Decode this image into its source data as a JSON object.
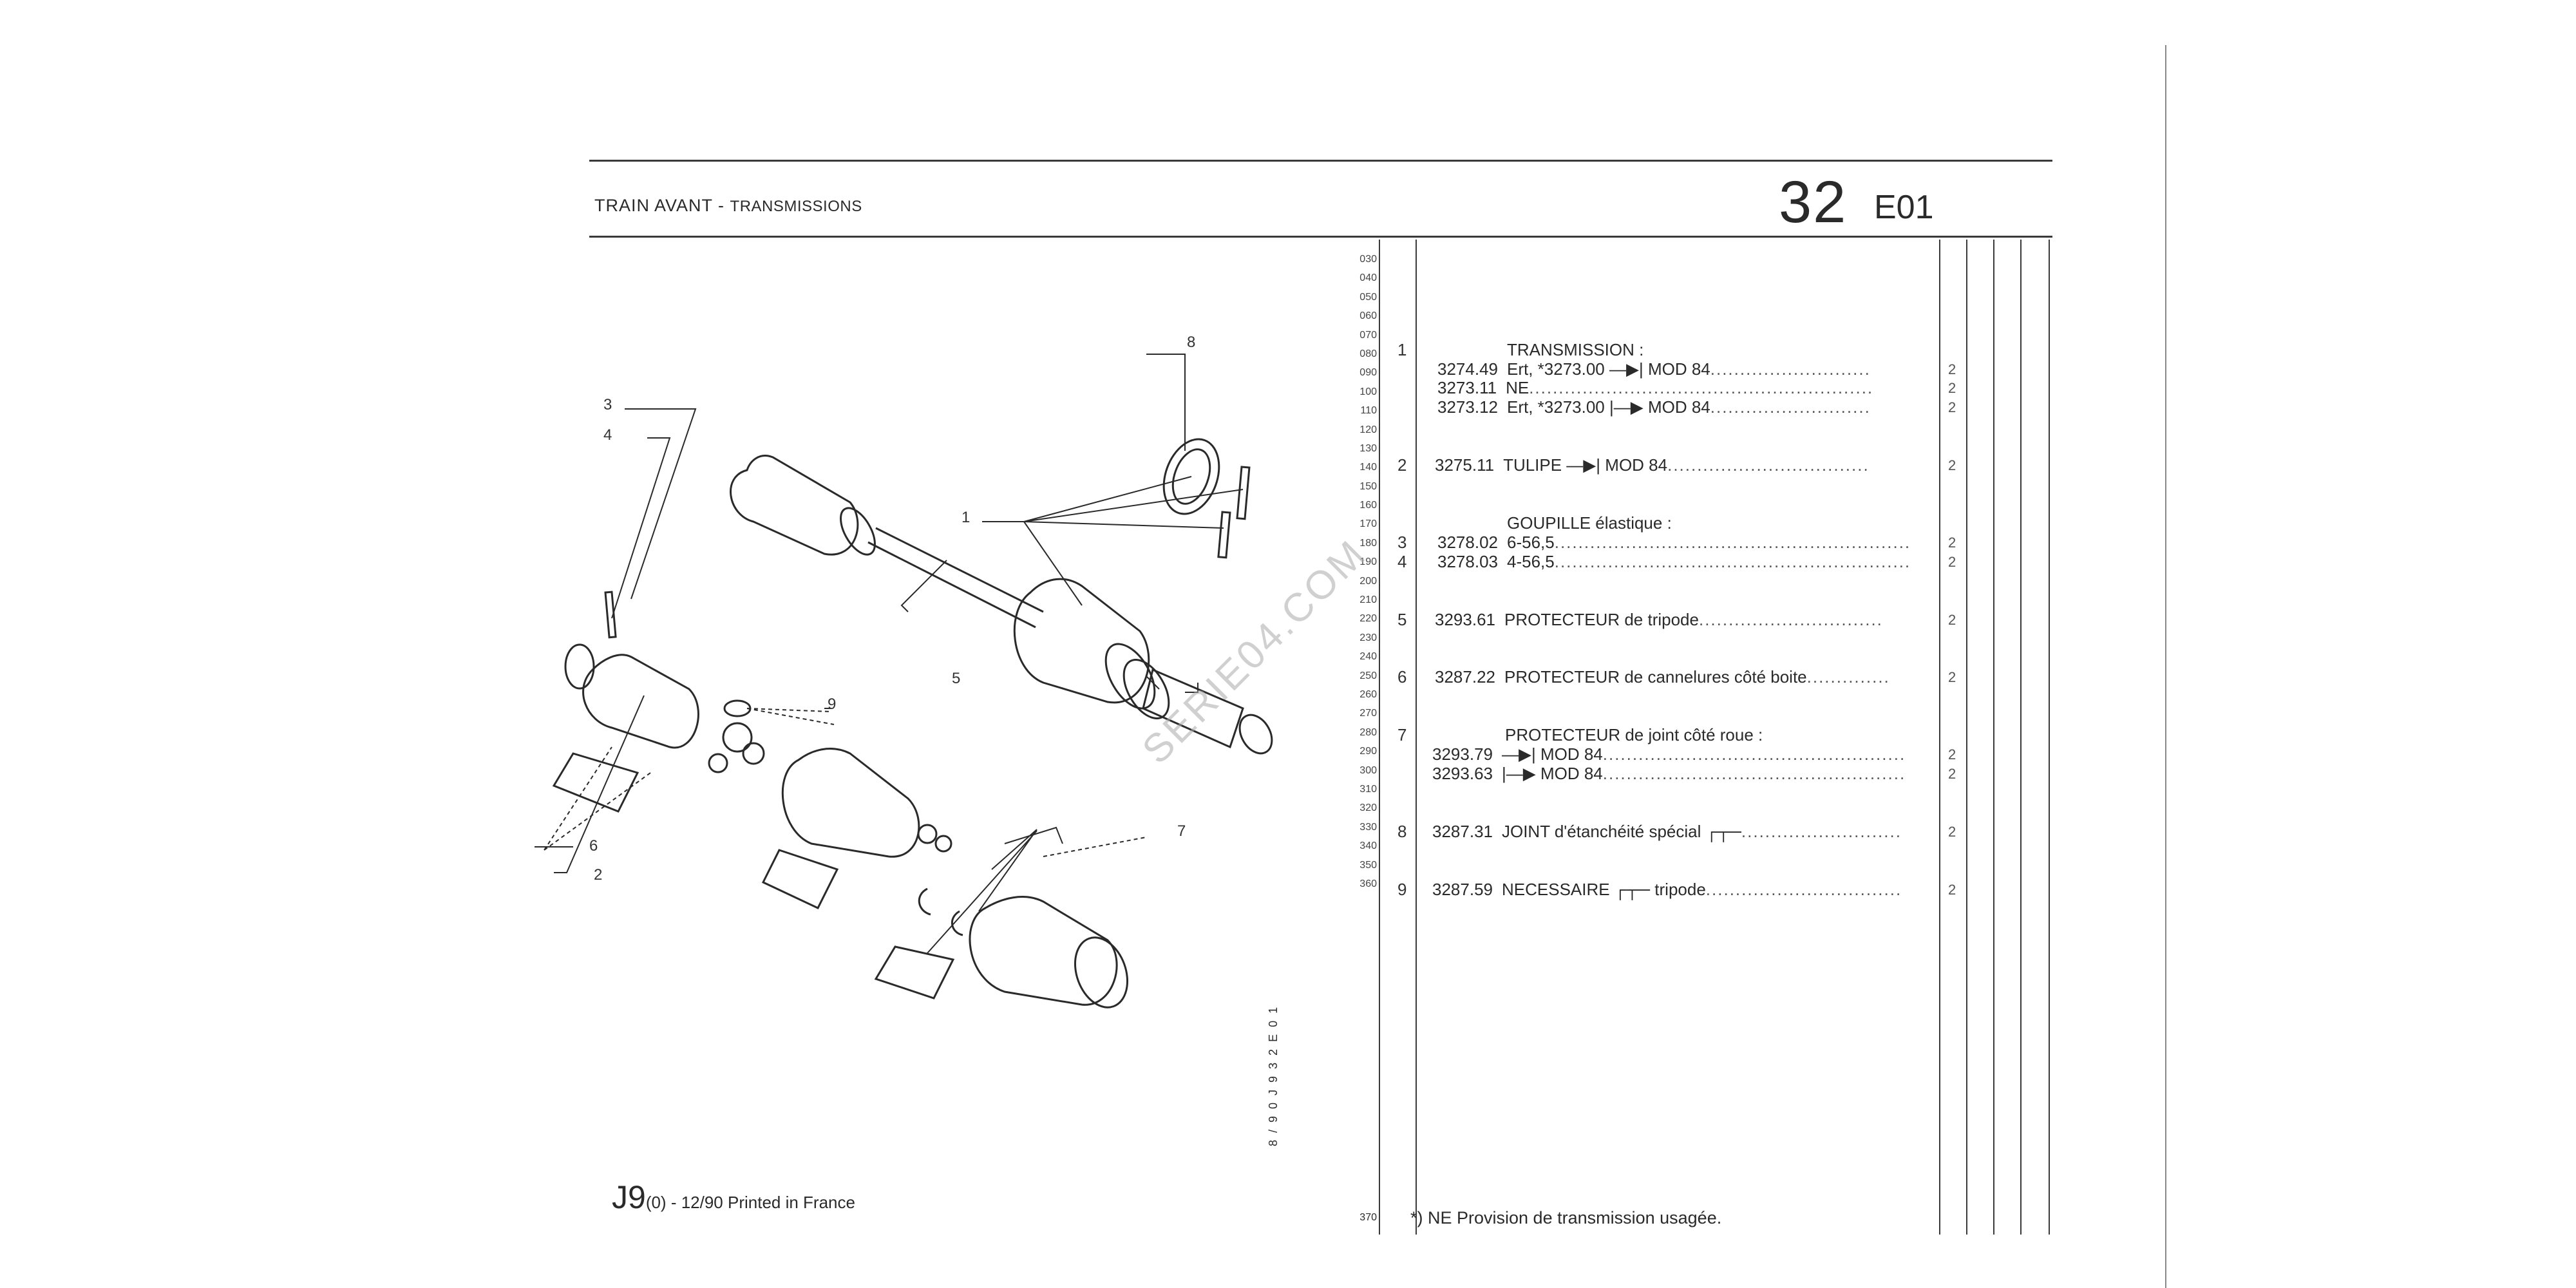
{
  "header": {
    "title_main": "TRAIN AVANT - ",
    "title_sub": "TRANSMISSIONS",
    "group_number": "32",
    "page_code": "E01"
  },
  "line_numbers": [
    "030",
    "040",
    "050",
    "060",
    "070",
    "080",
    "090",
    "100",
    "110",
    "120",
    "130",
    "140",
    "150",
    "160",
    "170",
    "180",
    "190",
    "200",
    "210",
    "220",
    "230",
    "240",
    "250",
    "260",
    "270",
    "280",
    "290",
    "300",
    "310",
    "320",
    "330",
    "340",
    "350",
    "360"
  ],
  "line_370": "370",
  "rows": [
    {
      "ref": "1",
      "part": "",
      "desc": "TRANSMISSION :",
      "dots": "",
      "qty": ""
    },
    {
      "ref": "",
      "part": "3274.49",
      "desc": "Ert, *3273.00 —▶| MOD 84",
      "dots": "...........................",
      "qty": "2"
    },
    {
      "ref": "",
      "part": "3273.11",
      "desc": "NE",
      "dots": "..........................................................",
      "qty": "2"
    },
    {
      "ref": "",
      "part": "3273.12",
      "desc": "Ert, *3273.00 |—▶ MOD 84",
      "dots": "...........................",
      "qty": "2"
    },
    {
      "ref": "2",
      "part": "3275.11",
      "desc": "TULIPE —▶| MOD 84",
      "dots": "..................................",
      "qty": "2"
    },
    {
      "ref": "",
      "part": "",
      "desc": "GOUPILLE élastique :",
      "dots": "",
      "qty": ""
    },
    {
      "ref": "3",
      "part": "3278.02",
      "desc": "6-56,5",
      "dots": "............................................................",
      "qty": "2"
    },
    {
      "ref": "4",
      "part": "3278.03",
      "desc": "4-56,5",
      "dots": "............................................................",
      "qty": "2"
    },
    {
      "ref": "5",
      "part": "3293.61",
      "desc": "PROTECTEUR de tripode",
      "dots": "...............................",
      "qty": "2"
    },
    {
      "ref": "6",
      "part": "3287.22",
      "desc": "PROTECTEUR de cannelures côté boite",
      "dots": "..............",
      "qty": "2"
    },
    {
      "ref": "7",
      "part": "",
      "desc": "PROTECTEUR de joint côté roue :",
      "dots": "",
      "qty": ""
    },
    {
      "ref": "",
      "part": "3293.79",
      "desc": "—▶| MOD 84",
      "dots": "...................................................",
      "qty": "2"
    },
    {
      "ref": "",
      "part": "3293.63",
      "desc": "|—▶ MOD 84",
      "dots": "...................................................",
      "qty": "2"
    },
    {
      "ref": "8",
      "part": "3287.31",
      "desc": "JOINT d'étanchéité spécial ┌┬─",
      "dots": "...........................",
      "qty": "2"
    },
    {
      "ref": "9",
      "part": "3287.59",
      "desc": "NECESSAIRE ┌┬─ tripode",
      "dots": ".................................",
      "qty": "2"
    }
  ],
  "callouts": [
    "1",
    "2",
    "3",
    "4",
    "5",
    "6",
    "7",
    "8",
    "9"
  ],
  "footer": {
    "model": "J9",
    "variant": "(0)",
    "text": " - 12/90 Printed in France"
  },
  "vertical_code": "8 / 9 0   J 9   3 2 E 0 1",
  "footnote": "*)  NE  Provision de transmission usagée.",
  "watermark": "SERIE04.COM"
}
